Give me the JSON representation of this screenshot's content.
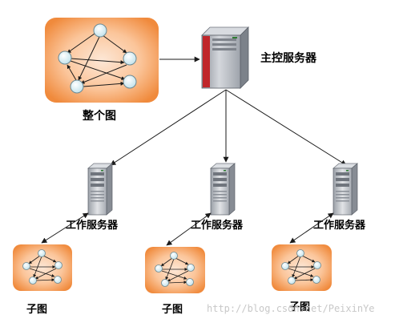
{
  "labels": {
    "whole_graph": "整个图",
    "master_server": "主控服务器",
    "worker_server": "工作服务器",
    "subgraph": "子图"
  },
  "watermark": "http://blog.csdn.net/PeixinYe",
  "colors": {
    "panel_center": "#fde7d6",
    "panel_edge": "#f08a3c",
    "node_fill": "#e3f3f6",
    "node_stroke": "#6b8a95",
    "edge": "#1a1a1a",
    "master_red": "#c0262b",
    "server_gray": "#b9bdc4"
  },
  "icons": {
    "master": "master-server-tower-icon",
    "worker": "worker-server-tower-icon"
  }
}
